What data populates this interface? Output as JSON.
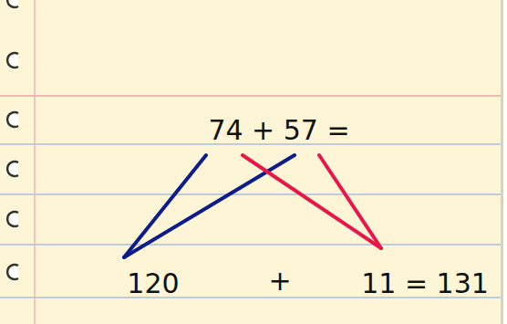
{
  "diagram": {
    "labels": [
      "74 + 57 =",
      "120",
      "+",
      "11 = 131"
    ]
  }
}
